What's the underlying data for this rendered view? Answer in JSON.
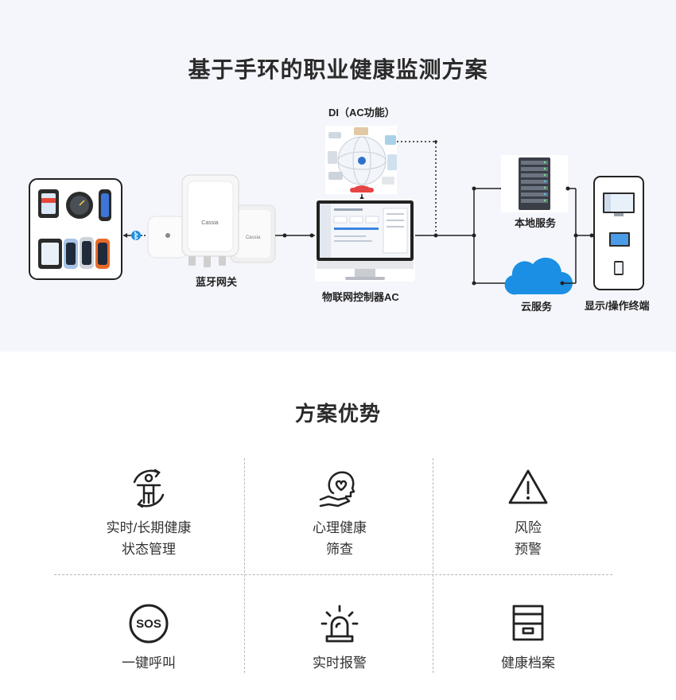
{
  "solution": {
    "title": "基于手环的职业健康监测方案",
    "nodes": {
      "gateway": "蓝牙网关",
      "di": "DI（AC功能）",
      "controller": "物联网控制器AC",
      "local_server": "本地服务",
      "cloud": "云服务",
      "terminal": "显示/操作终端"
    },
    "gateway_brand": "Cassia",
    "colors": {
      "accent_blue": "#1a8fe3",
      "line": "#222222",
      "background": "#f5f6fb"
    }
  },
  "advantages": {
    "title": "方案优势",
    "items": [
      {
        "line1": "实时/长期健康",
        "line2": "状态管理",
        "icon": "person-cycle-icon"
      },
      {
        "line1": "心理健康",
        "line2": "筛查",
        "icon": "head-heart-icon"
      },
      {
        "line1": "风险",
        "line2": "预警",
        "icon": "warning-triangle-icon"
      },
      {
        "line1": "一键呼叫",
        "line2": "",
        "icon": "sos-icon"
      },
      {
        "line1": "实时报警",
        "line2": "",
        "icon": "alarm-light-icon"
      },
      {
        "line1": "健康档案",
        "line2": "",
        "icon": "archive-box-icon"
      }
    ]
  }
}
